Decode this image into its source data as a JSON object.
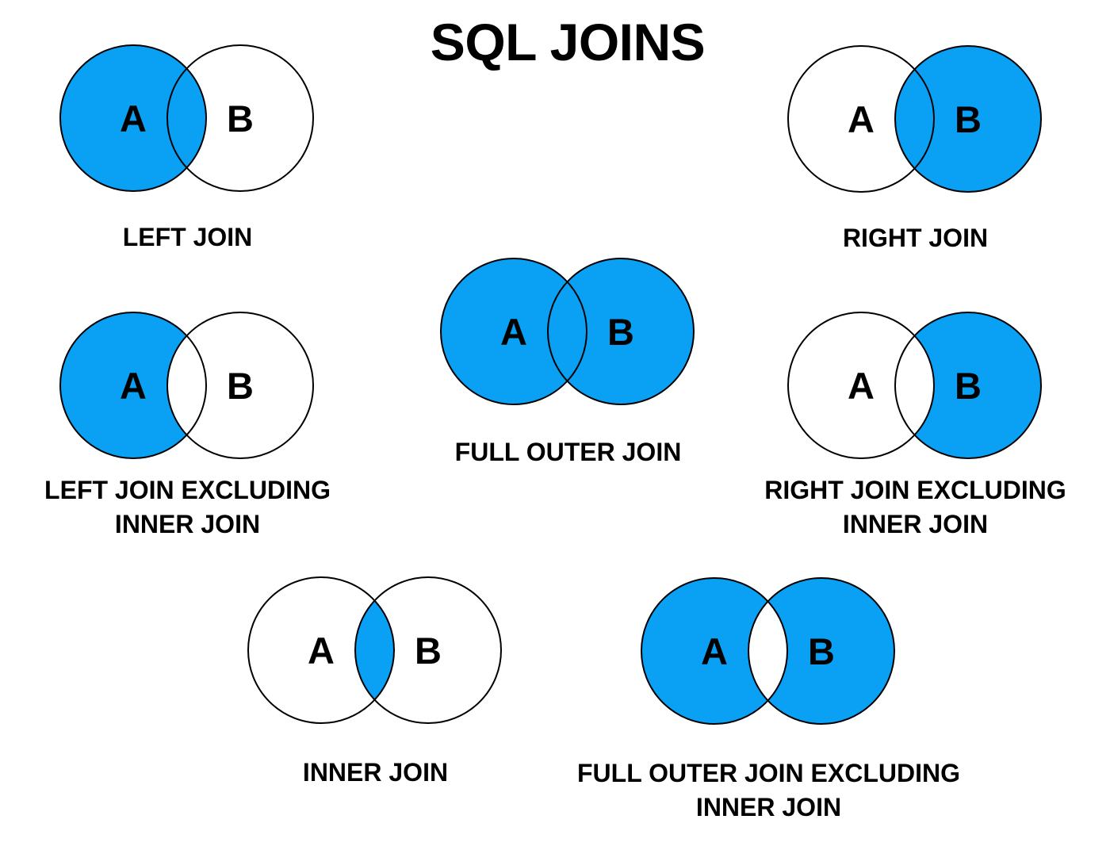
{
  "title": "SQL JOINS",
  "colors": {
    "fill": "#0AA1F5",
    "empty": "#FFFFFF",
    "stroke": "#000000",
    "text": "#000000",
    "background": "#FFFFFF"
  },
  "venn": {
    "label_a": "A",
    "label_b": "B"
  },
  "diagrams": [
    {
      "name": "LEFT JOIN",
      "label_lines": [
        "LEFT JOIN"
      ],
      "a_filled": true,
      "b_filled": false,
      "intersection_filled": true
    },
    {
      "name": "RIGHT JOIN",
      "label_lines": [
        "RIGHT JOIN"
      ],
      "a_filled": false,
      "b_filled": true,
      "intersection_filled": true
    },
    {
      "name": "LEFT JOIN EXCLUDING INNER JOIN",
      "label_lines": [
        "LEFT JOIN EXCLUDING",
        "INNER JOIN"
      ],
      "a_filled": true,
      "b_filled": false,
      "intersection_filled": false
    },
    {
      "name": "FULL OUTER JOIN",
      "label_lines": [
        "FULL OUTER JOIN"
      ],
      "a_filled": true,
      "b_filled": true,
      "intersection_filled": true
    },
    {
      "name": "RIGHT JOIN EXCLUDING INNER JOIN",
      "label_lines": [
        "RIGHT JOIN EXCLUDING",
        "INNER JOIN"
      ],
      "a_filled": false,
      "b_filled": true,
      "intersection_filled": false
    },
    {
      "name": "INNER JOIN",
      "label_lines": [
        "INNER JOIN"
      ],
      "a_filled": false,
      "b_filled": false,
      "intersection_filled": true
    },
    {
      "name": "FULL OUTER JOIN EXCLUDING INNER JOIN",
      "label_lines": [
        "FULL OUTER JOIN EXCLUDING",
        "INNER JOIN"
      ],
      "a_filled": true,
      "b_filled": true,
      "intersection_filled": false
    }
  ]
}
